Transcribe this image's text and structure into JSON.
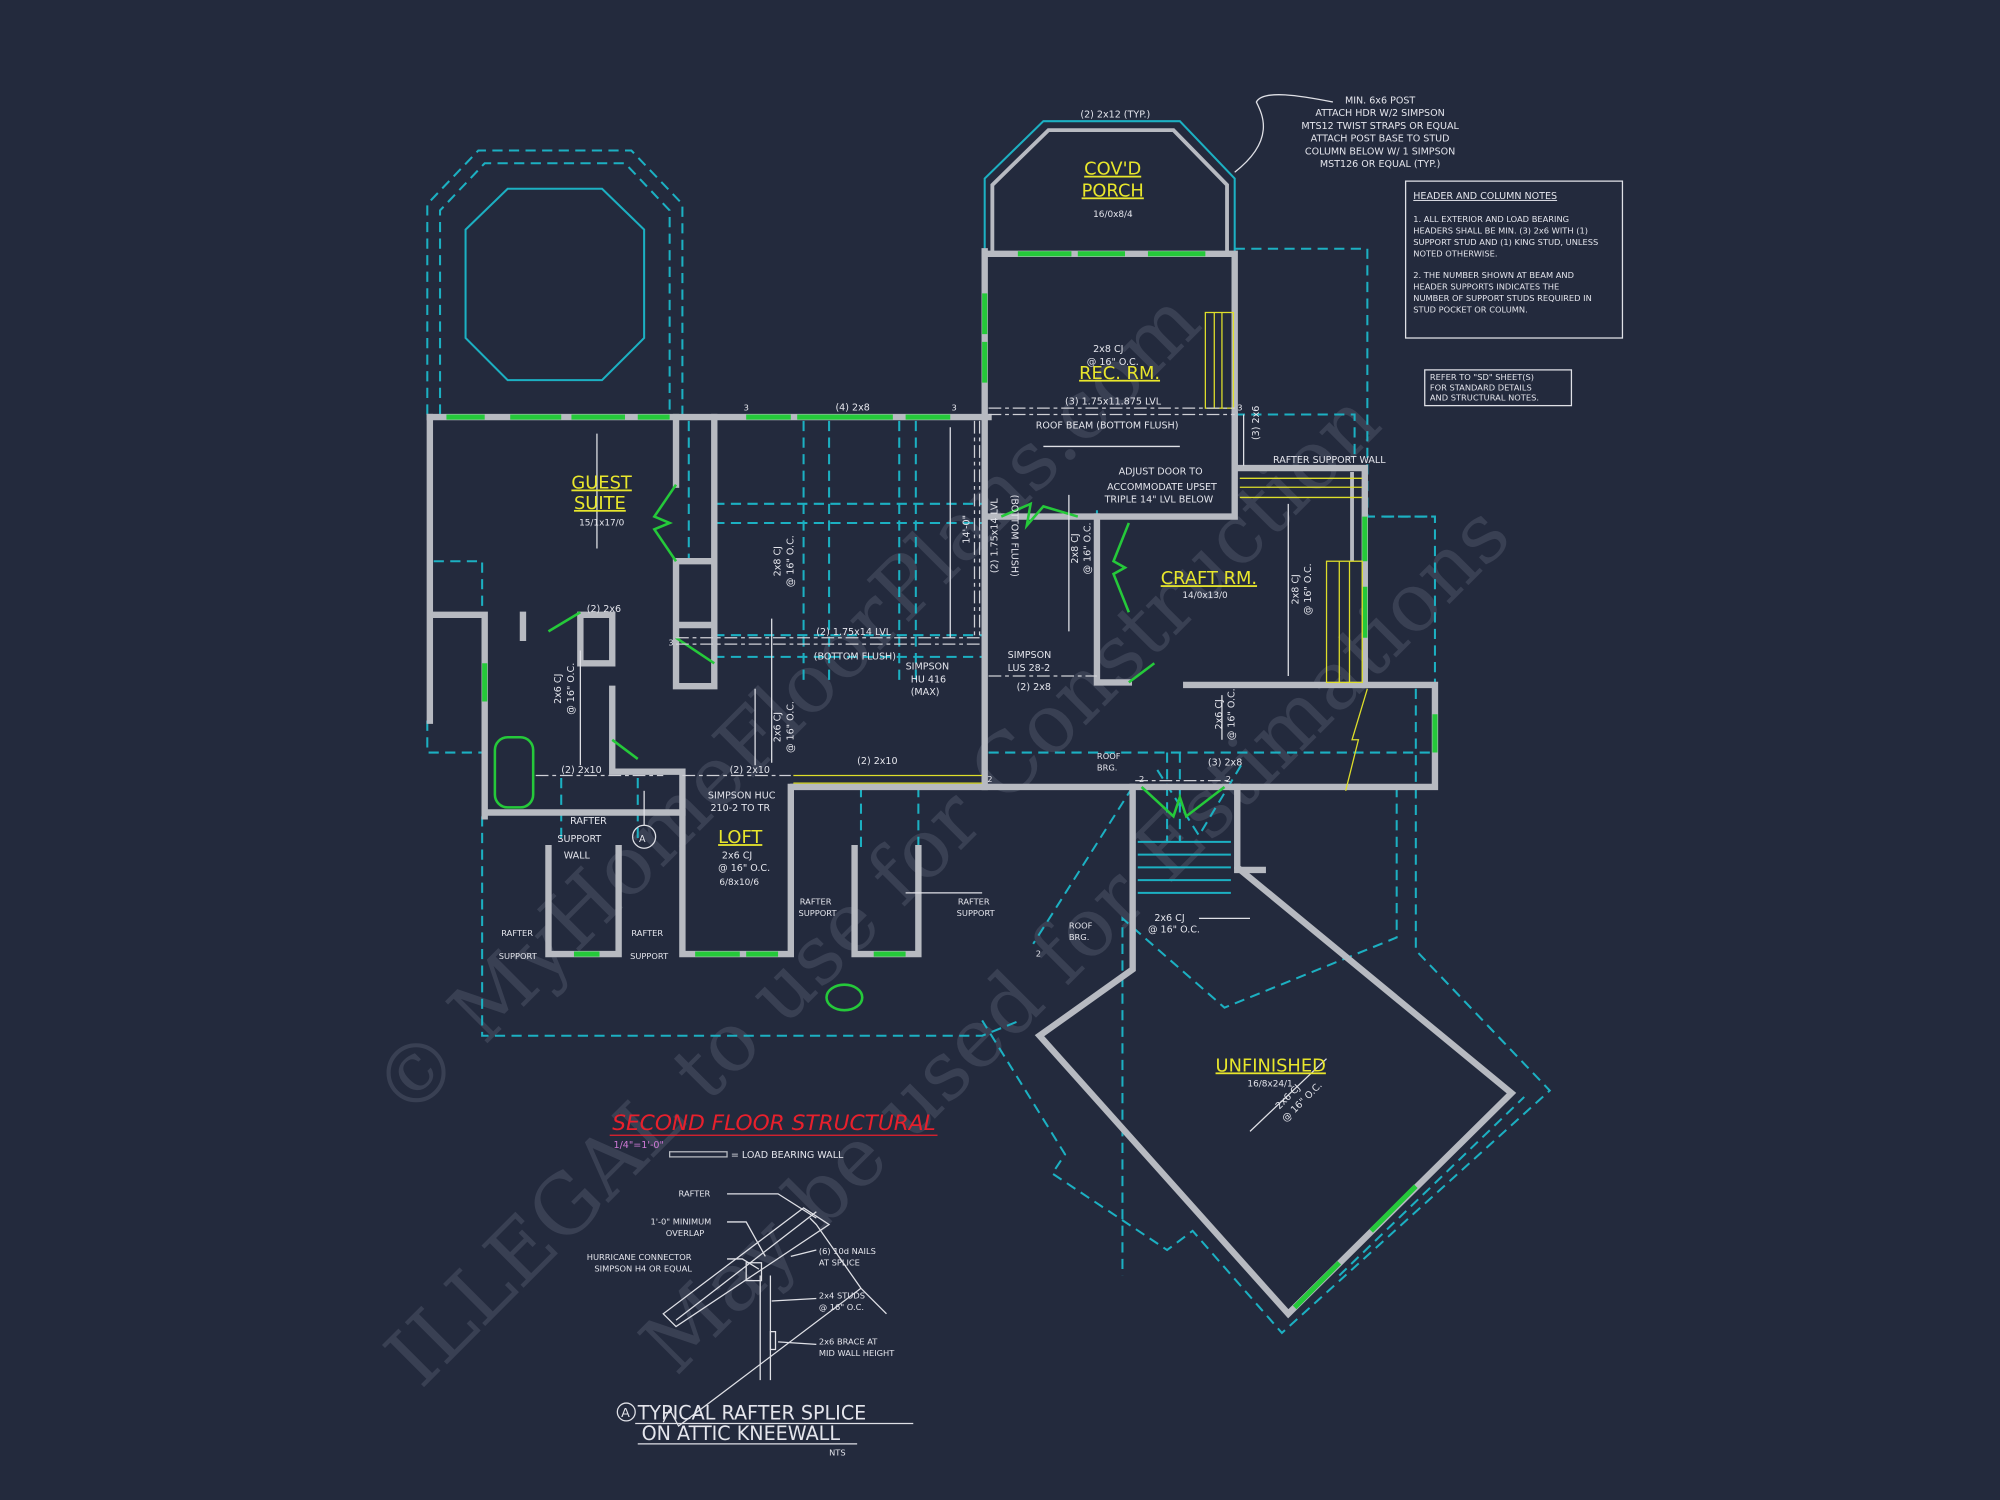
{
  "watermark": {
    "lines": [
      "© MyHomeFloorPlans.com",
      "ILLEGAL to use for Construction",
      "May be used for Estimations"
    ]
  },
  "drawing": {
    "title": "SECOND FLOOR STRUCTURAL",
    "scale": "1/4\"=1'-0\"",
    "legend_label": "= LOAD BEARING WALL"
  },
  "rooms": {
    "guest_suite": {
      "name_line1": "GUEST",
      "name_line2": "SUITE",
      "size": "15/1x17/0"
    },
    "porch": {
      "name_line1": "COV'D",
      "name_line2": "PORCH",
      "size": "16/0x8/4"
    },
    "rec_rm": {
      "name": "REC. RM."
    },
    "craft_rm": {
      "name": "CRAFT RM.",
      "size": "14/0x13/0"
    },
    "loft": {
      "name": "LOFT",
      "size": "6/8x10/6"
    },
    "unfinished": {
      "name": "UNFINISHED",
      "size": "16/8x24/1"
    }
  },
  "notes": {
    "post_note": [
      "MIN. 6x6 POST",
      "ATTACH HDR W/2 SIMPSON",
      "MTS12 TWIST STRAPS OR EQUAL",
      "ATTACH POST BASE TO STUD",
      "COLUMN BELOW W/ 1 SIMPSON",
      "MST126 OR EQUAL (TYP.)"
    ],
    "header_notes": {
      "title": "HEADER AND COLUMN NOTES",
      "lines": [
        "1. ALL EXTERIOR AND LOAD BEARING",
        "HEADERS SHALL BE MIN. (3) 2x6 WITH (1)",
        "SUPPORT STUD AND (1) KING STUD, UNLESS",
        "NOTED OTHERWISE.",
        "",
        "2. THE NUMBER SHOWN AT BEAM AND",
        "HEADER SUPPORTS INDICATES THE",
        "NUMBER OF SUPPORT STUDS REQUIRED IN",
        "STUD POCKET OR COLUMN."
      ]
    },
    "refer_note": [
      "REFER TO \"SD\" SHEET(S)",
      "FOR STANDARD DETAILS",
      "AND STRUCTURAL NOTES."
    ],
    "adjust_door": [
      "ADJUST DOOR TO",
      "ACCOMMODATE UPSET",
      "TRIPLE 14\" LVL BELOW"
    ]
  },
  "labels": {
    "porch_header": "(2) 2x12  (TYP.)",
    "four_2x8": "(4) 2x8",
    "rec_cj_1": "2x8 CJ",
    "rec_cj_2": "@ 16\" O.C.",
    "lvl_triple": "(3) 1.75x11.875 LVL",
    "roof_beam": "ROOF BEAM (BOTTOM FLUSH)",
    "three_2x6": "(3) 2x6",
    "rafter_support_wall": "RAFTER SUPPORT WALL",
    "dim_14": "14'-0\"",
    "lvl_vertical": "(2) 1.75x14 LVL",
    "bottom_flush_v": "(BOTTOM FLUSH)",
    "cj_2x8_a": "2x8 CJ",
    "cj_16_a": "@ 16\" O.C.",
    "cj_2x8_b": "2x8 CJ",
    "cj_16_b": "@ 16\" O.C.",
    "cj_2x8_c": "2x8 CJ",
    "cj_16_c": "@ 16\" O.C.",
    "lvl_horizontal": "(2) 1.75x14 LVL",
    "bottom_flush_h": "(BOTTOM FLUSH)",
    "simpson_hu": [
      "SIMPSON",
      "HU 416",
      "(MAX)"
    ],
    "simpson_lus": [
      "SIMPSON",
      "LUS 28-2"
    ],
    "two_2x8": "(2) 2x8",
    "two_2x6": "(2) 2x6",
    "cj_2x6_bath": "2x6 CJ",
    "cj_16_bath": "@ 16\" O.C.",
    "cj_2x6_hall": "2x6 CJ",
    "cj_16_hall": "@ 16\" O.C.",
    "cj_2x6_east": "2x6 CJ",
    "cj_16_east": "@ 16\" O.C.",
    "two_2x10_a": "(2) 2x10",
    "two_2x10_b": "(2) 2x10",
    "two_2x10_c": "(2) 2x10",
    "simpson_huc": [
      "SIMPSON HUC",
      "210-2 TO TR"
    ],
    "rafter_support_wall_lower": [
      "RAFTER",
      "SUPPORT",
      "WALL"
    ],
    "rafter_support": [
      "RAFTER",
      "SUPPORT"
    ],
    "roof_brg": [
      "ROOF",
      "BRG."
    ],
    "three_2x8": "(3) 2x8",
    "cj_2x6_stair": "2x6 CJ",
    "cj_16_stair": "@ 16\" O.C.",
    "cj_2x6_unf": "2x6 CJ",
    "cj_16_unf": "@ 16\" O.C.",
    "loft_cj_1": "2x6 CJ",
    "loft_cj_2": "@ 16\" O.C.",
    "detail_marker": "A",
    "stud_counts": [
      "3",
      "3",
      "3",
      "3",
      "2",
      "2",
      "2",
      "2"
    ]
  },
  "detail": {
    "marker": "A",
    "title_line1": "TYPICAL RAFTER SPLICE",
    "title_line2": "ON ATTIC KNEEWALL",
    "nts": "NTS",
    "callouts": {
      "rafter": "RAFTER",
      "overlap": [
        "1'-0\" MINIMUM",
        "OVERLAP"
      ],
      "hurricane": [
        "HURRICANE CONNECTOR",
        "SIMPSON H4 OR EQUAL"
      ],
      "nails": [
        "(6) 10d NAILS",
        "AT SPLICE"
      ],
      "studs": [
        "2x4 STUDS",
        "@ 16\" O.C."
      ],
      "brace": [
        "2x6 BRACE AT",
        "MID WALL HEIGHT"
      ]
    }
  },
  "colors": {
    "background": "#232a3d",
    "walls": "#b7bac1",
    "roof_lines": "#1cb0c2",
    "windows_doors": "#25c93a",
    "room_labels": "#e8e62c",
    "title": "#e8202c",
    "scale": "#d07ad8"
  }
}
